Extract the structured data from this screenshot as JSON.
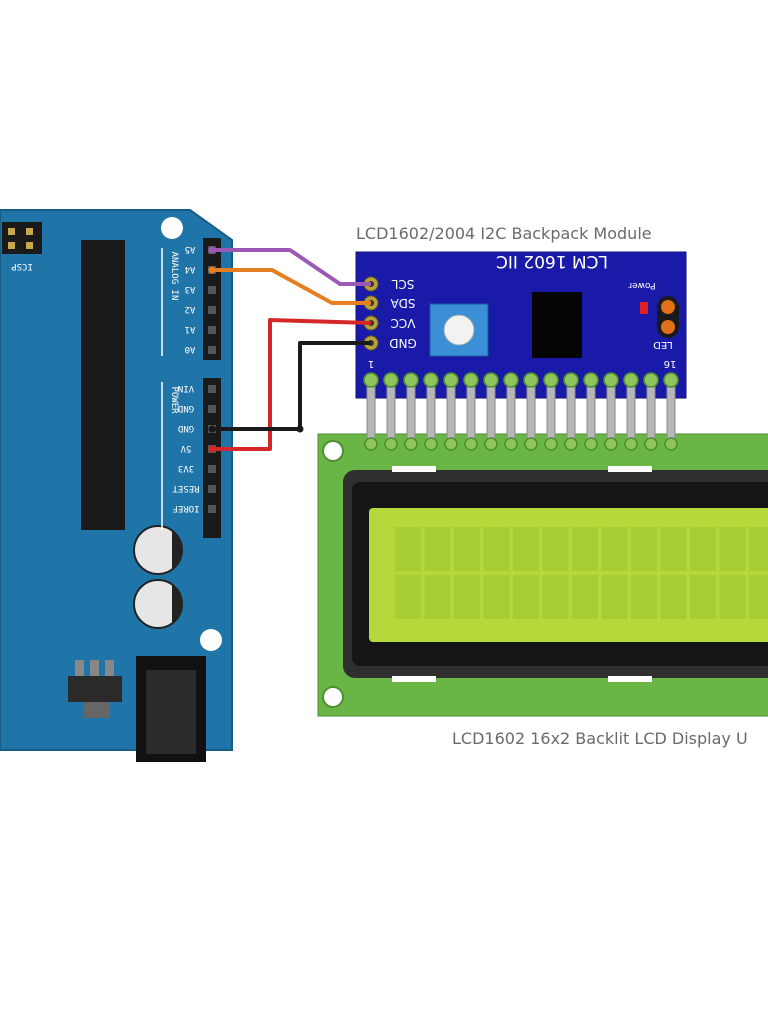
{
  "labels": {
    "backpack_title": "LCD1602/2004 I2C Backpack Module",
    "display_title": "LCD1602 16x2 Backlit LCD Display U"
  },
  "arduino": {
    "icsp": "ICSP",
    "analog_in": "ANALOG IN",
    "analog_pins": [
      "A5",
      "A4",
      "A3",
      "A2",
      "A1",
      "A0"
    ],
    "power": "POWER",
    "power_pins": [
      "VIN",
      "GND",
      "GND",
      "5V",
      "3V3",
      "RESET",
      "IOREF"
    ]
  },
  "backpack": {
    "chip_label": "LCM 1602 IIC",
    "pins": [
      "SCL",
      "SDA",
      "VCC",
      "GND"
    ],
    "power_label": "Power",
    "led_label": "LED",
    "pin_first": "1",
    "pin_last": "16"
  },
  "wires": [
    {
      "from": "A5",
      "to": "SCL",
      "color": "#9b59b6"
    },
    {
      "from": "A4",
      "to": "SDA",
      "color": "#e67e22"
    },
    {
      "from": "5V",
      "to": "VCC",
      "color": "#d62728"
    },
    {
      "from": "GND",
      "to": "GND",
      "color": "#1a1a1a"
    }
  ],
  "colors": {
    "arduino_board": "#1f75a8",
    "backpack_board": "#1a1aa8",
    "lcd_pcb": "#69b545",
    "lcd_screen": "#b5d93a"
  }
}
